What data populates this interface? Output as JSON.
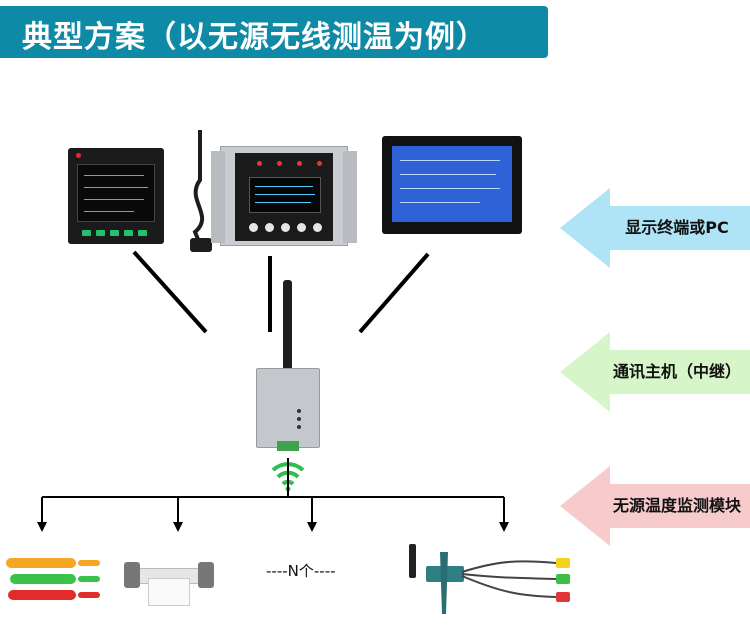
{
  "title": "典型方案（以无源无线测温为例）",
  "arrows": [
    {
      "label": "显示终端或PC",
      "color": "#aee4f5"
    },
    {
      "label": "通讯主机（中继）",
      "color": "#d6f5c8"
    },
    {
      "label": "无源温度监测模块",
      "color": "#f7cbcb"
    }
  ],
  "placeholder_text": "----N个----",
  "wifi_color": "#2fbf4e"
}
